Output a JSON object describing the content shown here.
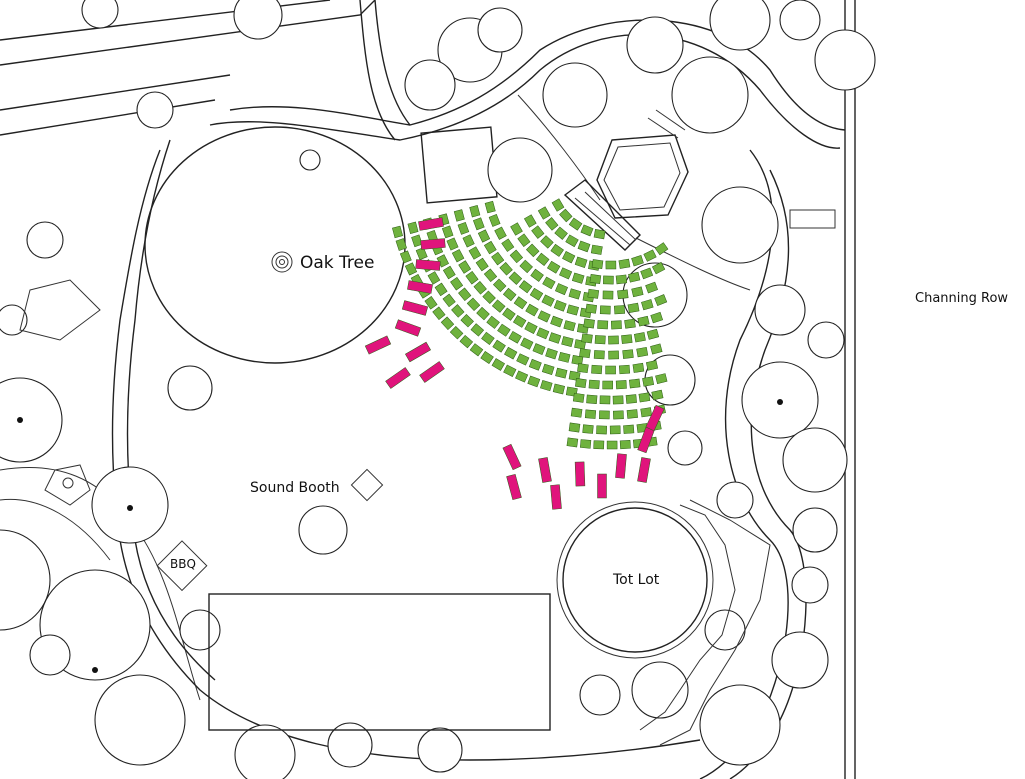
{
  "labels": {
    "oak_tree": "Oak Tree",
    "channing_row": "Channing Row",
    "sound_booth": "Sound Booth",
    "tot_lot": "Tot Lot",
    "bbq": "BBQ"
  },
  "colors": {
    "chair_green": "#6fb23e",
    "bench_magenta": "#e0147c",
    "line": "#222222",
    "stage_gray": "#888888"
  },
  "seating": {
    "green_seats_description": "green chairs",
    "magenta_seats_description": "magenta benches"
  }
}
